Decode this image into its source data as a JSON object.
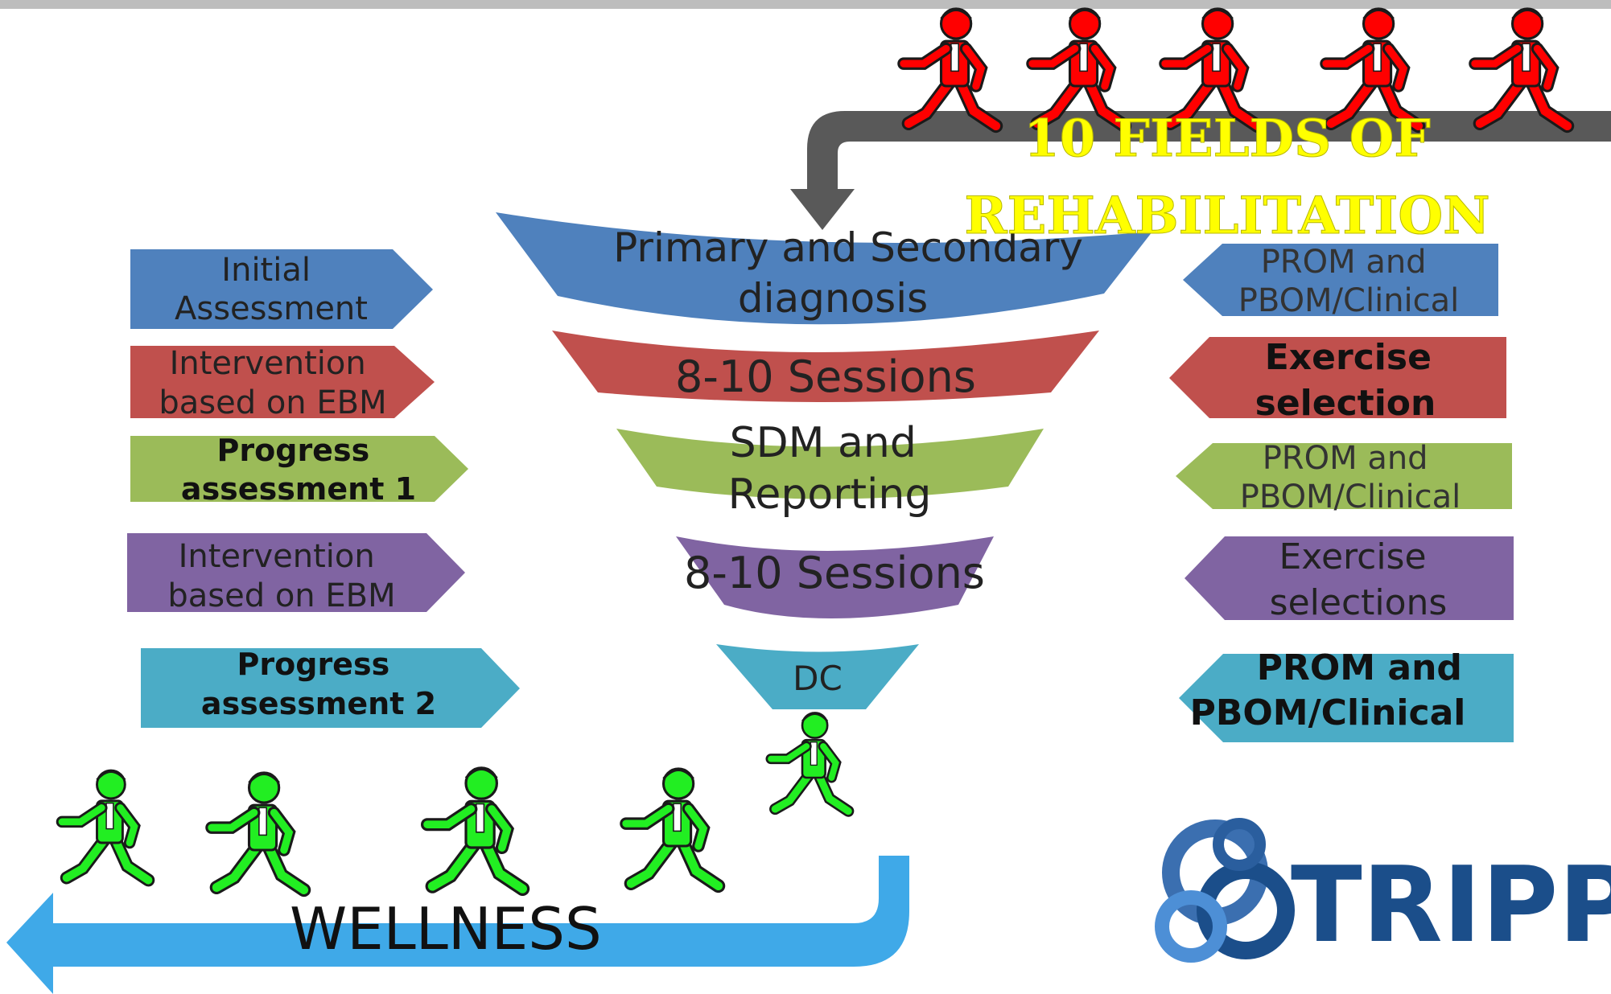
{
  "top_label": {
    "line1": "10 FIELDS OF",
    "line2": "REHABILITATION"
  },
  "funnel": [
    {
      "lines": [
        "Primary and Secondary",
        "diagnosis"
      ],
      "color": "#4f81bd"
    },
    {
      "lines": [
        "8-10 Sessions"
      ],
      "color": "#c0504d"
    },
    {
      "lines": [
        "SDM and",
        "Reporting"
      ],
      "color": "#9bbb59"
    },
    {
      "lines": [
        "8-10 Sessions"
      ],
      "color": "#8064a2"
    },
    {
      "lines": [
        "DC"
      ],
      "color": "#4bacc6"
    }
  ],
  "left_steps": [
    {
      "lines": [
        "Initial",
        "Assessment"
      ],
      "bold": false,
      "color": "#4f81bd"
    },
    {
      "lines": [
        "Intervention",
        "based on EBM"
      ],
      "bold": false,
      "color": "#c0504d"
    },
    {
      "lines": [
        "Progress",
        "assessment 1"
      ],
      "bold": true,
      "color": "#9bbb59"
    },
    {
      "lines": [
        "Intervention",
        "based on EBM"
      ],
      "bold": false,
      "color": "#8064a2"
    },
    {
      "lines": [
        "Progress",
        "assessment 2"
      ],
      "bold": true,
      "color": "#4bacc6"
    }
  ],
  "right_steps": [
    {
      "lines": [
        "PROM and",
        "PBOM/Clinical"
      ],
      "bold": false,
      "color": "#4f81bd"
    },
    {
      "lines": [
        "Exercise",
        "selection"
      ],
      "bold": true,
      "color": "#c0504d"
    },
    {
      "lines": [
        "PROM and",
        "PBOM/Clinical"
      ],
      "bold": false,
      "color": "#9bbb59"
    },
    {
      "lines": [
        "Exercise",
        "selections"
      ],
      "bold": false,
      "color": "#8064a2"
    },
    {
      "lines": [
        "PROM and",
        "PBOM/Clinical"
      ],
      "bold": true,
      "color": "#4bacc6"
    }
  ],
  "wellness_label": "WELLNESS",
  "logo_text": "TRIPP",
  "colors": {
    "top_arrow": "#595959",
    "bottom_arrow": "#3fa9e8",
    "runner_red": "#ff0000",
    "runner_green": "#22ee22",
    "logo": "#1b4e8a"
  }
}
